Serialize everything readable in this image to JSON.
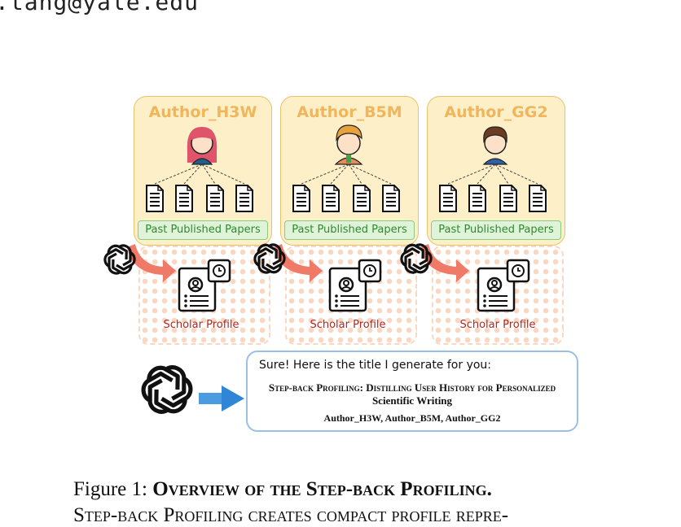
{
  "email": ".tang@yale.edu",
  "authors": [
    {
      "name": "Author_H3W",
      "papers_label": "Past Published Papers",
      "profile_label": "Scholar Profile"
    },
    {
      "name": "Author_B5M",
      "papers_label": "Past Published Papers",
      "profile_label": "Scholar Profile"
    },
    {
      "name": "Author_GG2",
      "papers_label": "Past Published Papers",
      "profile_label": "Scholar Profile"
    }
  ],
  "answer": {
    "intro": "Sure! Here is the title I generate for you:",
    "title_line1": "Step-back Profiling: Distilling User History for Personalized",
    "title_line2": "Scientific Writing",
    "authors": "Author_H3W, Author_B5M, Author_GG2"
  },
  "caption": {
    "prefix": "Figure 1: ",
    "bold": "Overview of the Step-back Profiling.",
    "line2": "Step-back Profiling creates compact profile repre-"
  },
  "colors": {
    "panel": "#fdf0c8",
    "papers": "#dff3d8",
    "profile_text": "#b3261e",
    "answer_border": "#9cc0e4"
  }
}
